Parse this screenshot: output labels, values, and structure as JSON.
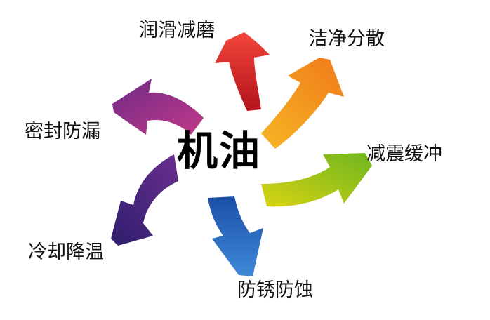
{
  "center": {
    "label": "机油"
  },
  "functions": [
    {
      "label": "润滑减磨",
      "color": "#e8262a"
    },
    {
      "label": "洁净分散",
      "color": "#f39a1e"
    },
    {
      "label": "减震缓冲",
      "color": "#8cc21d"
    },
    {
      "label": "防锈防蚀",
      "color": "#2f6fc2"
    },
    {
      "label": "冷却降温",
      "color": "#4b2a7f"
    },
    {
      "label": "密封防漏",
      "color": "#9b2c88"
    }
  ]
}
